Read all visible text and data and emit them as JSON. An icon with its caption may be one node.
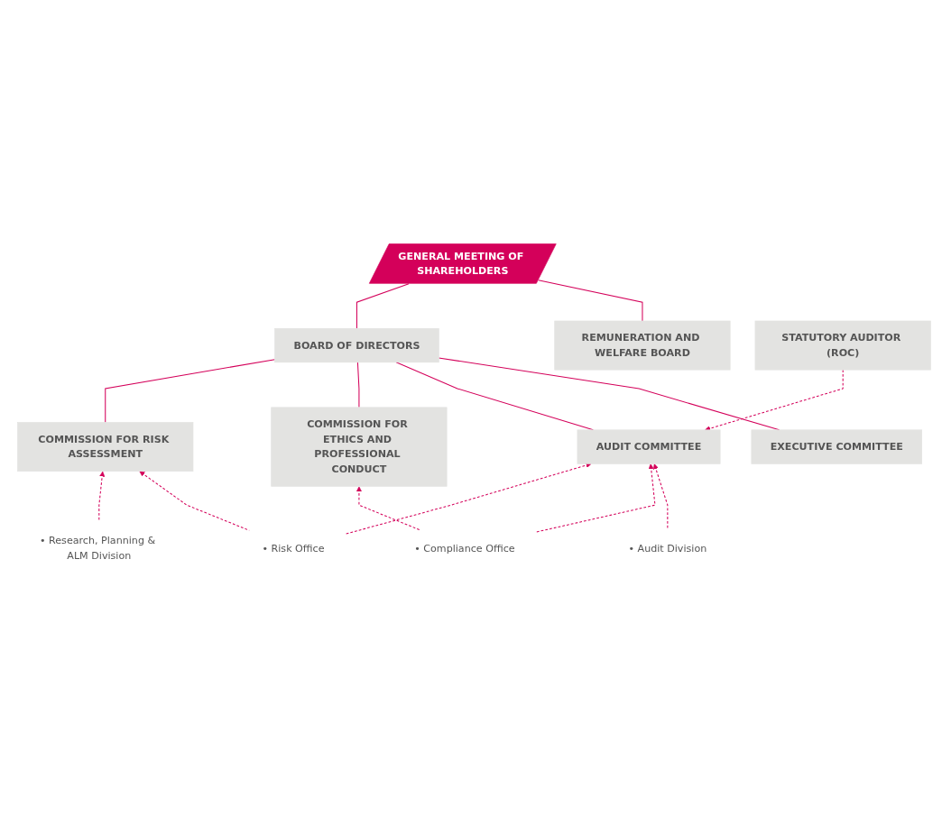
{
  "diagram": {
    "nodes": [
      {
        "text": [
          "GENERAL MEETING OF SHAREHOLDERS"
        ]
      },
      {
        "text": [
          "REMUNERATION AND WELFARE BOARD"
        ]
      },
      {
        "text": [
          "BOARD OF DIRECTORS"
        ]
      },
      {
        "text": [
          "STATUTORY AUDITOR (ROC)"
        ]
      },
      {
        "text": [
          "EXECUTIVE COMMITTEE"
        ]
      },
      {
        "text": [
          "AUDIT COMMITTEE"
        ]
      },
      {
        "text": [
          "COMMISSION FOR ETHICS AND PROFESSIONAL CONDUCT"
        ]
      },
      {
        "text": [
          "COMMISSION FOR RISK ASSESSMENT"
        ]
      },
      {
        "text": [
          "• Audit Division"
        ]
      },
      {
        "text": [
          "• Compliance Office"
        ]
      },
      {
        "text": [
          "• Risk Office"
        ]
      },
      {
        "text": [
          "• Research, Planning & ALM Division"
        ]
      }
    ],
    "edges": [
      {
        "from": 0,
        "to": 1,
        "arrow": "none"
      },
      {
        "from": 0,
        "to": 2,
        "arrow": "none"
      },
      {
        "from": 2,
        "to": 4,
        "arrow": "none"
      },
      {
        "from": 2,
        "to": 5,
        "arrow": "none"
      },
      {
        "from": 2,
        "to": 6,
        "arrow": "none"
      },
      {
        "from": 2,
        "to": 7,
        "arrow": "none"
      },
      {
        "from": 3,
        "to": 5,
        "arrow": "to",
        "style": "dashed"
      },
      {
        "from": 8,
        "to": 5,
        "arrow": "to",
        "style": "dashed"
      },
      {
        "from": 9,
        "to": 5,
        "arrow": "to",
        "style": "dashed"
      },
      {
        "from": 9,
        "to": 6,
        "arrow": "to",
        "style": "dashed"
      },
      {
        "from": 10,
        "to": 5,
        "arrow": "to",
        "style": "dashed"
      },
      {
        "from": 10,
        "to": 7,
        "arrow": "to",
        "style": "dashed"
      },
      {
        "from": 11,
        "to": 7,
        "arrow": "to",
        "style": "dashed"
      }
    ]
  }
}
